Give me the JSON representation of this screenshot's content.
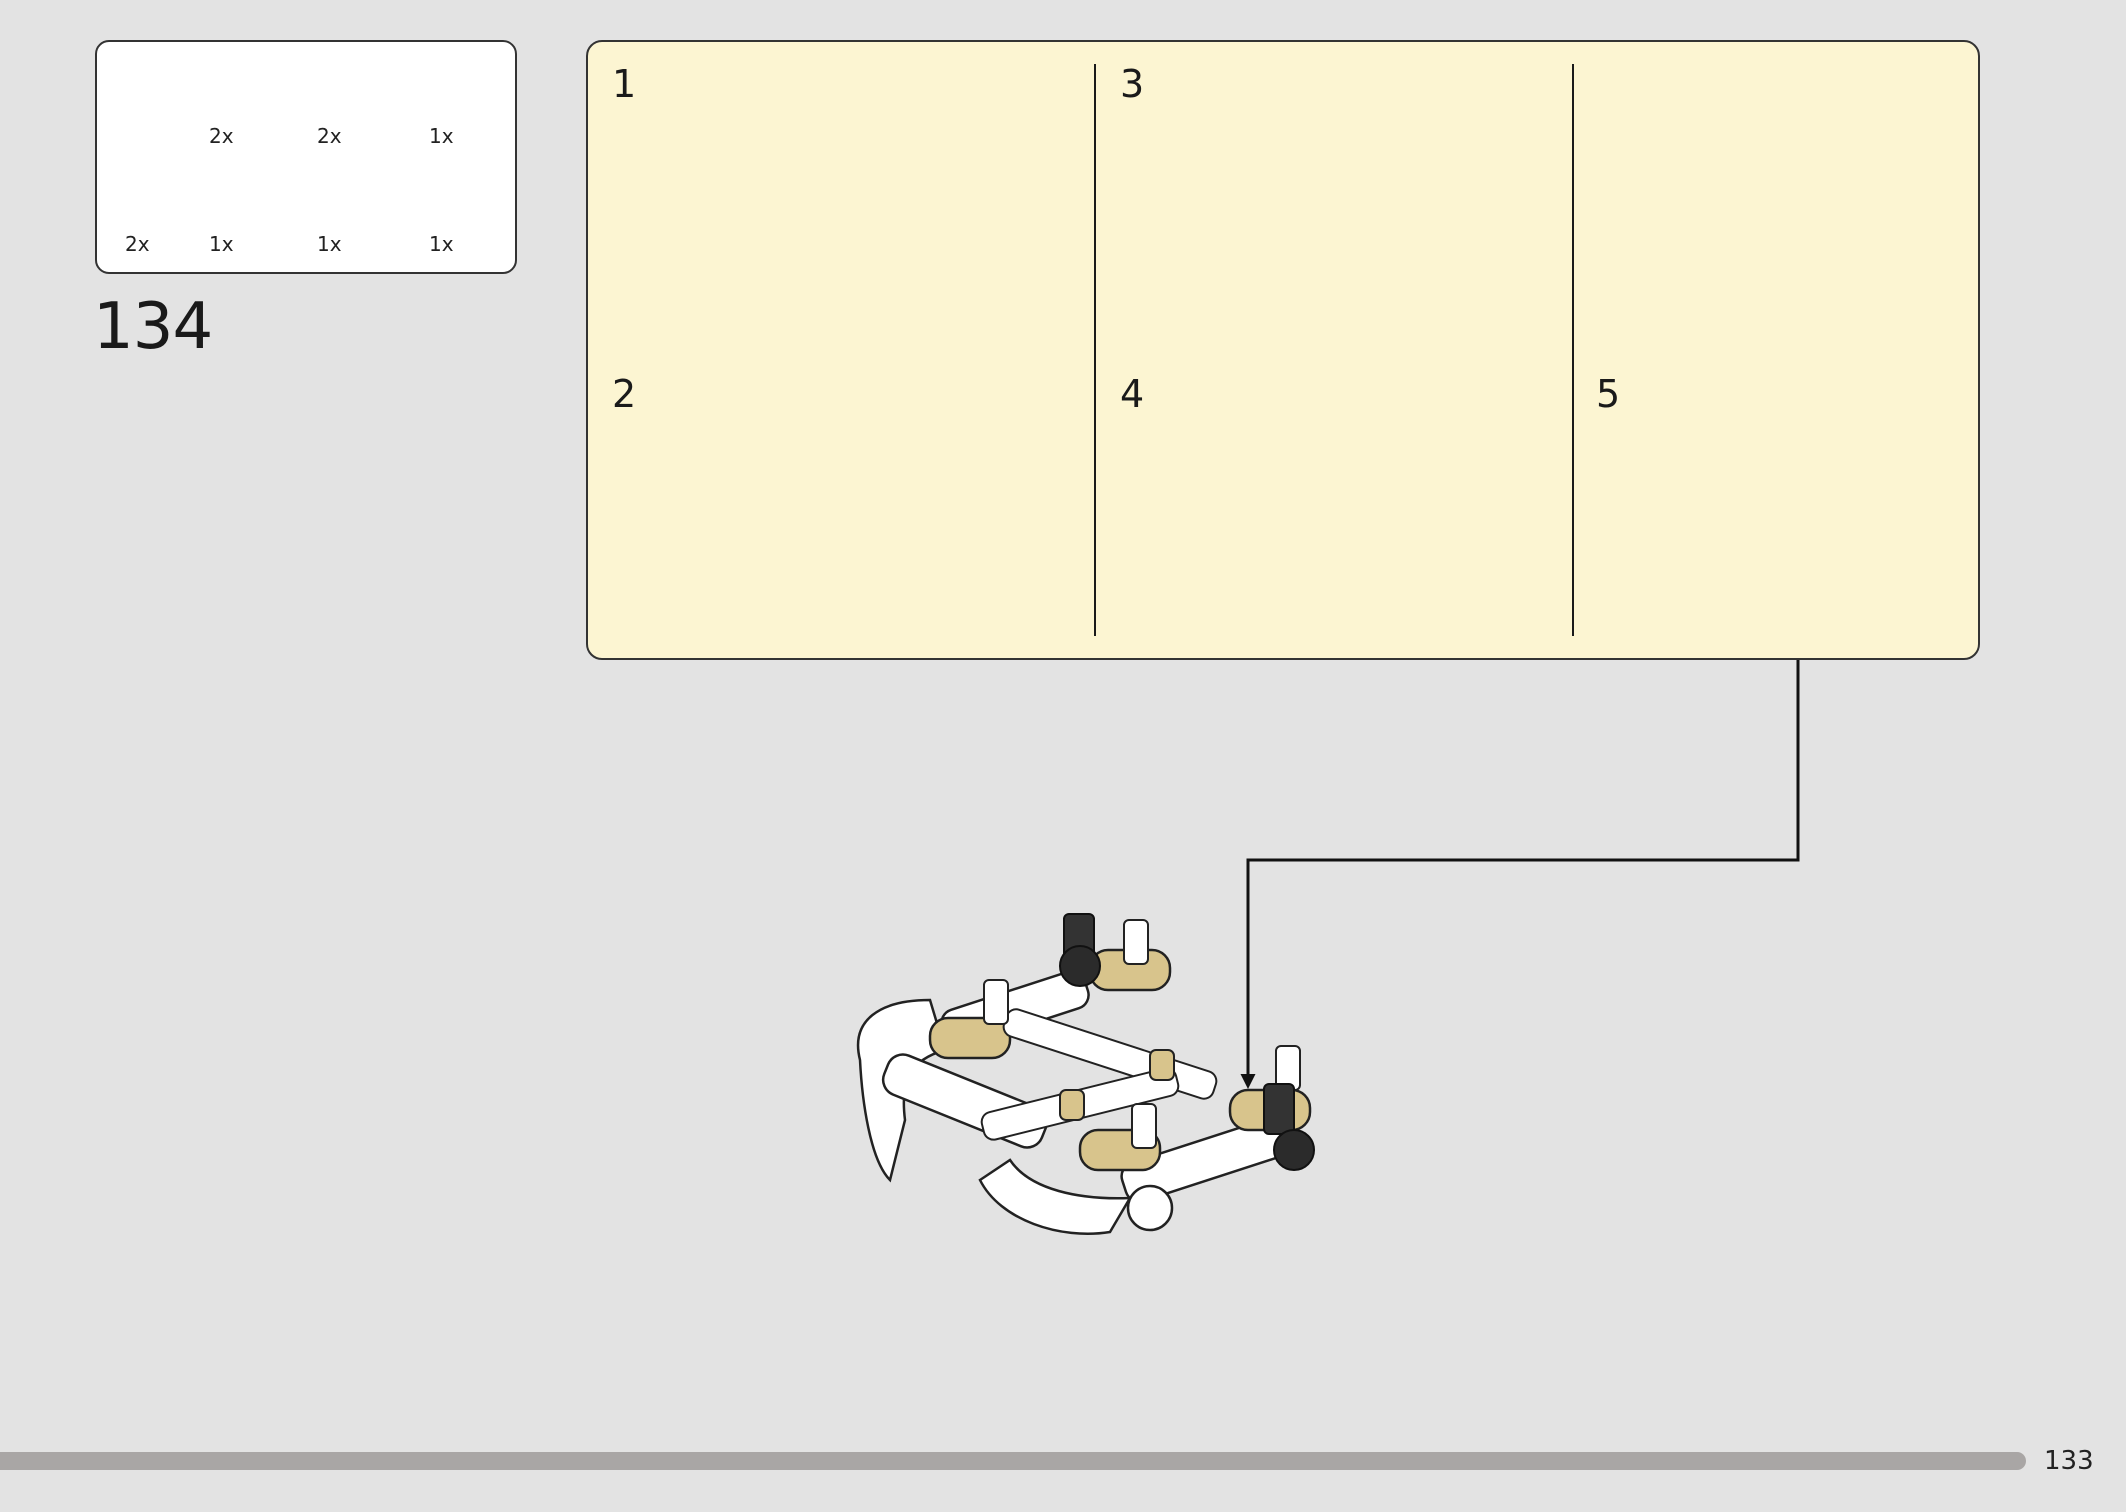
{
  "step": {
    "number": "134"
  },
  "parts_list": [
    {
      "qty": "2x",
      "icon": "black-axle-icon"
    },
    {
      "qty": "2x",
      "icon": "black-pin-icon"
    },
    {
      "qty": "1x",
      "icon": "black-angle-connector-icon"
    },
    {
      "qty": "2x",
      "icon": "tan-cross-block-icon"
    },
    {
      "qty": "1x",
      "icon": "white-axle-connector-icon"
    },
    {
      "qty": "1x",
      "icon": "white-long-pin-icon"
    },
    {
      "qty": "1x",
      "icon": "white-curved-panel-icon"
    }
  ],
  "substeps": [
    {
      "number": "1"
    },
    {
      "number": "2"
    },
    {
      "number": "3"
    },
    {
      "number": "4"
    },
    {
      "number": "5"
    }
  ],
  "page": {
    "number": "133"
  },
  "colors": {
    "background": "#e3e3e3",
    "substep_panel": "#fcf5d2",
    "arrow": "#d21f2b",
    "tan_part": "#d8c48c",
    "black_part": "#2b2b2b",
    "white_part": "#ffffff"
  }
}
